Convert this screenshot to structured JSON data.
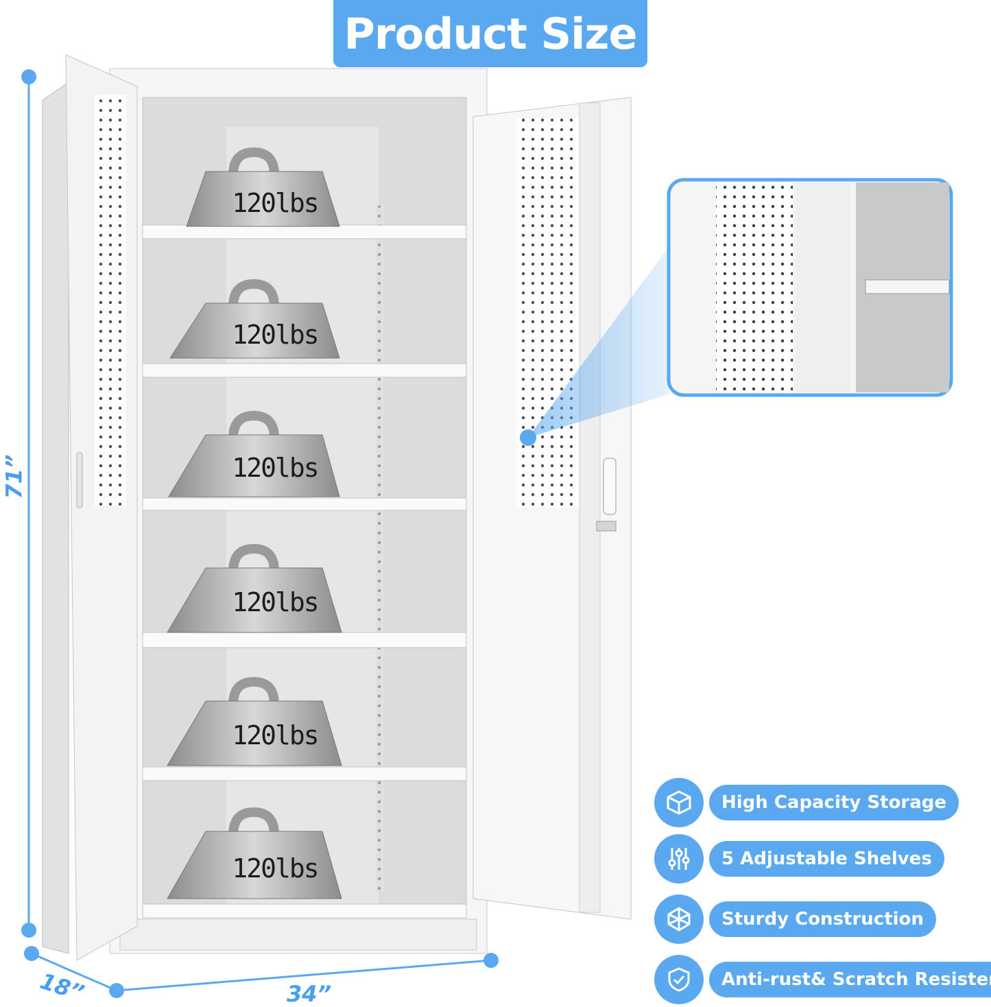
{
  "title": "Product Size",
  "dimensions": {
    "height": "71”",
    "depth": "18”",
    "width": "34”"
  },
  "shelf_weights": [
    "120lbs",
    "120lbs",
    "120lbs",
    "120lbs",
    "120lbs",
    "120lbs"
  ],
  "features": [
    {
      "icon": "box-icon",
      "label": "High Capacity Storage"
    },
    {
      "icon": "sliders-icon",
      "label": "5 Adjustable Shelves"
    },
    {
      "icon": "structure-icon",
      "label": "Sturdy Construction"
    },
    {
      "icon": "shield-icon",
      "label": "Anti-rust& Scratch Resistent"
    }
  ],
  "colors": {
    "accent": "#5aa8f0",
    "cabinet": "#f4f4f4",
    "weight": "#9a9a9a"
  }
}
